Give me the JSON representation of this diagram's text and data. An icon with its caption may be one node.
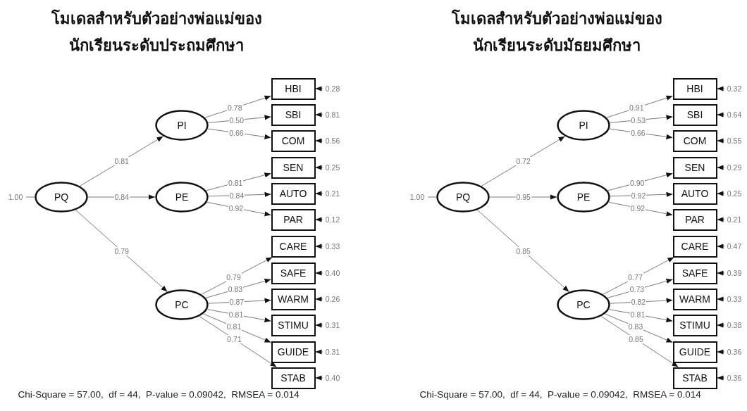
{
  "diagram": {
    "nodes": [
      {
        "text": [
          "1.00"
        ]
      },
      {
        "text": [
          "PQ"
        ]
      },
      {
        "text": [
          "PI"
        ]
      },
      {
        "text": [
          "PE"
        ]
      },
      {
        "text": [
          "PC"
        ]
      },
      {
        "text": [
          "HBI"
        ]
      },
      {
        "text": [
          "SBI"
        ]
      },
      {
        "text": [
          "COM"
        ]
      },
      {
        "text": [
          "SEN"
        ]
      },
      {
        "text": [
          "AUTO"
        ]
      },
      {
        "text": [
          "PAR"
        ]
      },
      {
        "text": [
          "CARE"
        ]
      },
      {
        "text": [
          "SAFE"
        ]
      },
      {
        "text": [
          "WARM"
        ]
      },
      {
        "text": [
          "STIMU"
        ]
      },
      {
        "text": [
          "GUIDE"
        ]
      },
      {
        "text": [
          "STAB"
        ]
      },
      {
        "text": [
          "0.28"
        ]
      },
      {
        "text": [
          "0.81"
        ]
      },
      {
        "text": [
          "0.56"
        ]
      },
      {
        "text": [
          "0.25"
        ]
      },
      {
        "text": [
          "0.21"
        ]
      },
      {
        "text": [
          "0.12"
        ]
      },
      {
        "text": [
          "0.33"
        ]
      },
      {
        "text": [
          "0.40"
        ]
      },
      {
        "text": [
          "0.26"
        ]
      },
      {
        "text": [
          "0.31"
        ]
      },
      {
        "text": [
          "0.31"
        ]
      },
      {
        "text": [
          "0.40"
        ]
      },
      {
        "text": [
          "1.00"
        ]
      },
      {
        "text": [
          "PQ"
        ]
      },
      {
        "text": [
          "PI"
        ]
      },
      {
        "text": [
          "PE"
        ]
      },
      {
        "text": [
          "PC"
        ]
      },
      {
        "text": [
          "HBI"
        ]
      },
      {
        "text": [
          "SBI"
        ]
      },
      {
        "text": [
          "COM"
        ]
      },
      {
        "text": [
          "SEN"
        ]
      },
      {
        "text": [
          "AUTO"
        ]
      },
      {
        "text": [
          "PAR"
        ]
      },
      {
        "text": [
          "CARE"
        ]
      },
      {
        "text": [
          "SAFE"
        ]
      },
      {
        "text": [
          "WARM"
        ]
      },
      {
        "text": [
          "STIMU"
        ]
      },
      {
        "text": [
          "GUIDE"
        ]
      },
      {
        "text": [
          "STAB"
        ]
      },
      {
        "text": [
          "0.32"
        ]
      },
      {
        "text": [
          "0.64"
        ]
      },
      {
        "text": [
          "0.55"
        ]
      },
      {
        "text": [
          "0.29"
        ]
      },
      {
        "text": [
          "0.25"
        ]
      },
      {
        "text": [
          "0.21"
        ]
      },
      {
        "text": [
          "0.47"
        ]
      },
      {
        "text": [
          "0.39"
        ]
      },
      {
        "text": [
          "0.33"
        ]
      },
      {
        "text": [
          "0.38"
        ]
      },
      {
        "text": [
          "0.36"
        ]
      },
      {
        "text": [
          "0.36"
        ]
      }
    ],
    "edges": [
      {
        "from": 0,
        "to": 1,
        "arrow": "none"
      },
      {
        "from": 1,
        "to": 2,
        "arrow": "to",
        "label": "0.81"
      },
      {
        "from": 1,
        "to": 3,
        "arrow": "to",
        "label": "0.84"
      },
      {
        "from": 1,
        "to": 4,
        "arrow": "to",
        "label": "0.79"
      },
      {
        "from": 2,
        "to": 5,
        "arrow": "to",
        "label": "0.78"
      },
      {
        "from": 2,
        "to": 6,
        "arrow": "to",
        "label": "0.50"
      },
      {
        "from": 2,
        "to": 7,
        "arrow": "to",
        "label": "0.66"
      },
      {
        "from": 3,
        "to": 8,
        "arrow": "to",
        "label": "0.81"
      },
      {
        "from": 3,
        "to": 9,
        "arrow": "to",
        "label": "0.84"
      },
      {
        "from": 3,
        "to": 10,
        "arrow": "to",
        "label": "0.92"
      },
      {
        "from": 4,
        "to": 11,
        "arrow": "to",
        "label": "0.79"
      },
      {
        "from": 4,
        "to": 12,
        "arrow": "to",
        "label": "0.83"
      },
      {
        "from": 4,
        "to": 13,
        "arrow": "to",
        "label": "0.87"
      },
      {
        "from": 4,
        "to": 14,
        "arrow": "to",
        "label": "0.81"
      },
      {
        "from": 4,
        "to": 15,
        "arrow": "to",
        "label": "0.81"
      },
      {
        "from": 4,
        "to": 16,
        "arrow": "to",
        "label": "0.71"
      },
      {
        "from": 17,
        "to": 5,
        "arrow": "to"
      },
      {
        "from": 18,
        "to": 6,
        "arrow": "to"
      },
      {
        "from": 19,
        "to": 7,
        "arrow": "to"
      },
      {
        "from": 20,
        "to": 8,
        "arrow": "to"
      },
      {
        "from": 21,
        "to": 9,
        "arrow": "to"
      },
      {
        "from": 22,
        "to": 10,
        "arrow": "to"
      },
      {
        "from": 23,
        "to": 11,
        "arrow": "to"
      },
      {
        "from": 24,
        "to": 12,
        "arrow": "to"
      },
      {
        "from": 25,
        "to": 13,
        "arrow": "to"
      },
      {
        "from": 26,
        "to": 14,
        "arrow": "to"
      },
      {
        "from": 27,
        "to": 15,
        "arrow": "to"
      },
      {
        "from": 28,
        "to": 16,
        "arrow": "to"
      },
      {
        "from": 29,
        "to": 30,
        "arrow": "none"
      },
      {
        "from": 30,
        "to": 31,
        "arrow": "to",
        "label": "0.72"
      },
      {
        "from": 30,
        "to": 32,
        "arrow": "to",
        "label": "0.95"
      },
      {
        "from": 30,
        "to": 33,
        "arrow": "to",
        "label": "0.85"
      },
      {
        "from": 31,
        "to": 34,
        "arrow": "to",
        "label": "0.91"
      },
      {
        "from": 31,
        "to": 35,
        "arrow": "to",
        "label": "0.53"
      },
      {
        "from": 31,
        "to": 36,
        "arrow": "to",
        "label": "0.66"
      },
      {
        "from": 32,
        "to": 37,
        "arrow": "to",
        "label": "0.90"
      },
      {
        "from": 32,
        "to": 38,
        "arrow": "to",
        "label": "0.92"
      },
      {
        "from": 32,
        "to": 39,
        "arrow": "to",
        "label": "0.92"
      },
      {
        "from": 33,
        "to": 40,
        "arrow": "to",
        "label": "0.77"
      },
      {
        "from": 33,
        "to": 41,
        "arrow": "to",
        "label": "0.73"
      },
      {
        "from": 33,
        "to": 42,
        "arrow": "to",
        "label": "0.82"
      },
      {
        "from": 33,
        "to": 43,
        "arrow": "to",
        "label": "0.81"
      },
      {
        "from": 33,
        "to": 44,
        "arrow": "to",
        "label": "0.83"
      },
      {
        "from": 33,
        "to": 45,
        "arrow": "to",
        "label": "0.85"
      },
      {
        "from": 46,
        "to": 34,
        "arrow": "to"
      },
      {
        "from": 47,
        "to": 35,
        "arrow": "to"
      },
      {
        "from": 48,
        "to": 36,
        "arrow": "to"
      },
      {
        "from": 49,
        "to": 37,
        "arrow": "to"
      },
      {
        "from": 50,
        "to": 38,
        "arrow": "to"
      },
      {
        "from": 51,
        "to": 39,
        "arrow": "to"
      },
      {
        "from": 52,
        "to": 40,
        "arrow": "to"
      },
      {
        "from": 53,
        "to": 41,
        "arrow": "to"
      },
      {
        "from": 54,
        "to": 42,
        "arrow": "to"
      },
      {
        "from": 55,
        "to": 43,
        "arrow": "to"
      },
      {
        "from": 56,
        "to": 44,
        "arrow": "to"
      },
      {
        "from": 57,
        "to": 45,
        "arrow": "to"
      }
    ],
    "labels": [
      "โมเดลสำหรับตัวอย่างพ่อแม่ของนักเรียนระดับประถมศึกษา",
      "โมเดลสำหรับตัวอย่างพ่อแม่ของนักเรียนระดับมัธยมศึกษา",
      "Chi-Square = 57.00,  df = 44,  P-value = 0.09042,  RMSEA = 0.014",
      "Chi-Square = 57.00,  df = 44,  P-value = 0.09042,  RMSEA = 0.014"
    ]
  }
}
